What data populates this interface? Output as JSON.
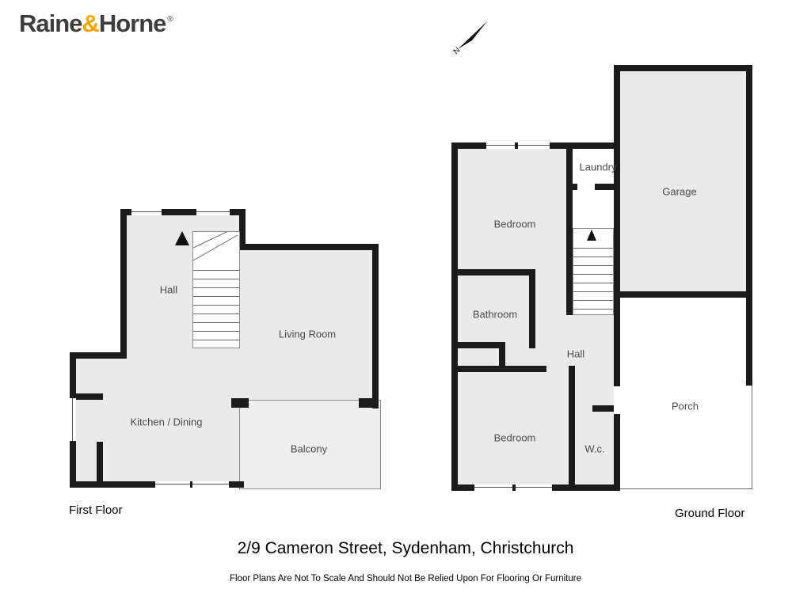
{
  "brand": {
    "part1": "Raine",
    "amp": "&",
    "part2": "Horne",
    "registered": "®",
    "colors": {
      "text": "#3d3d3c",
      "amp": "#f7a500"
    }
  },
  "compass": {
    "label": "N"
  },
  "first_floor": {
    "caption": "First Floor",
    "rooms": {
      "hall": "Hall",
      "living": "Living Room",
      "kitchen": "Kitchen / Dining",
      "balcony": "Balcony"
    }
  },
  "ground_floor": {
    "caption": "Ground Floor",
    "rooms": {
      "laundry": "Laundry",
      "garage": "Garage",
      "bedroom_top": "Bedroom",
      "bathroom": "Bathroom",
      "hall": "Hall",
      "bedroom_bottom": "Bedroom",
      "wc": "W.c.",
      "porch": "Porch"
    }
  },
  "footer": {
    "address": "2/9 Cameron Street, Sydenham, Christchurch",
    "disclaimer": "Floor Plans Are Not To Scale And Should Not Be Relied Upon For Flooring Or Furniture"
  },
  "palette": {
    "wall": "#1b1b1b",
    "room_fill": "#eaeaea",
    "outdoor_fill": "#ffffff"
  }
}
